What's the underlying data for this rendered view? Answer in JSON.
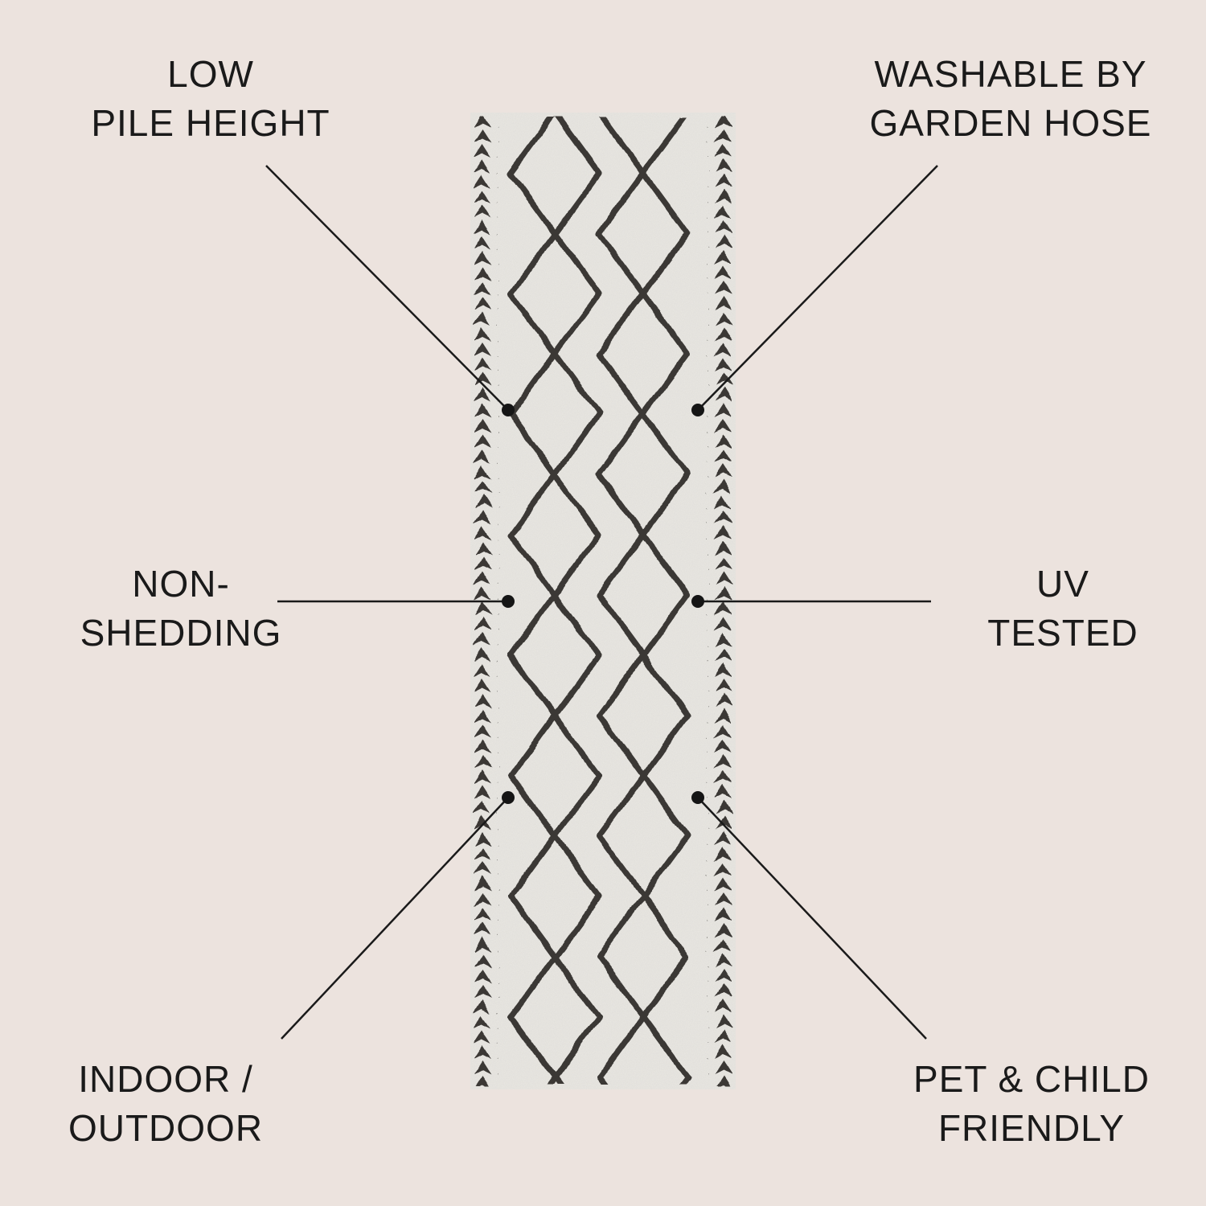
{
  "colors": {
    "background": "#ece3de",
    "text": "#1a1a1a",
    "connector_line": "#1a1a1a",
    "connector_dot": "#151515",
    "rug_base": "#eae8e3",
    "rug_pattern": "#3b3936"
  },
  "features": [
    {
      "id": "low-pile-height",
      "lines": [
        "LOW",
        "PILE HEIGHT"
      ]
    },
    {
      "id": "washable-by-garden-hose",
      "lines": [
        "WASHABLE BY",
        "GARDEN HOSE"
      ]
    },
    {
      "id": "non-shedding",
      "lines": [
        "NON-",
        "SHEDDING"
      ]
    },
    {
      "id": "uv-tested",
      "lines": [
        "UV",
        "TESTED"
      ]
    },
    {
      "id": "indoor-outdoor",
      "lines": [
        "INDOOR /",
        "OUTDOOR"
      ]
    },
    {
      "id": "pet-child-friendly",
      "lines": [
        "PET & CHILD",
        "FRIENDLY"
      ]
    }
  ]
}
